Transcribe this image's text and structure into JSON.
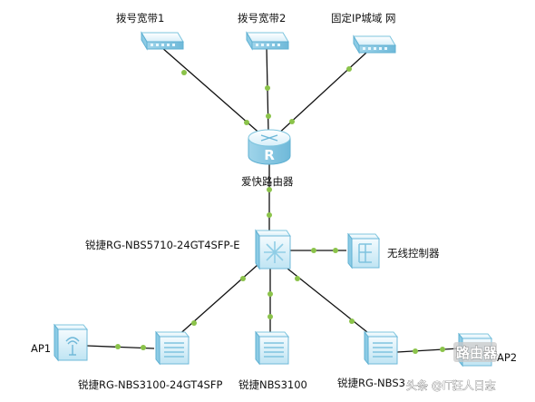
{
  "nodes": {
    "modem1": {
      "label": "拨号宽带1"
    },
    "modem2": {
      "label": "拨号宽带2"
    },
    "modem3": {
      "label": "固定IP城域 网"
    },
    "router": {
      "label": "爱快路由器"
    },
    "core_switch": {
      "label": "锐捷RG-NBS5710-24GT4SFP-E"
    },
    "wireless_controller": {
      "label": "无线控制器"
    },
    "ap1": {
      "label": "AP1"
    },
    "ap2": {
      "label": "AP2"
    },
    "switch_left": {
      "label": "锐捷RG-NBS3100-24GT4SFP"
    },
    "switch_mid": {
      "label": "锐捷NBS3100"
    },
    "switch_right": {
      "label": "锐捷RG-NBS3"
    }
  },
  "watermark": {
    "line1": "头条 @IT狂人日志",
    "logo_text": "路由器"
  },
  "colors": {
    "device_face": "#dff3fb",
    "device_edge": "#7cc4de",
    "device_dark": "#4aa3c8",
    "link": "#111111",
    "link_dot": "#8bc34a"
  }
}
